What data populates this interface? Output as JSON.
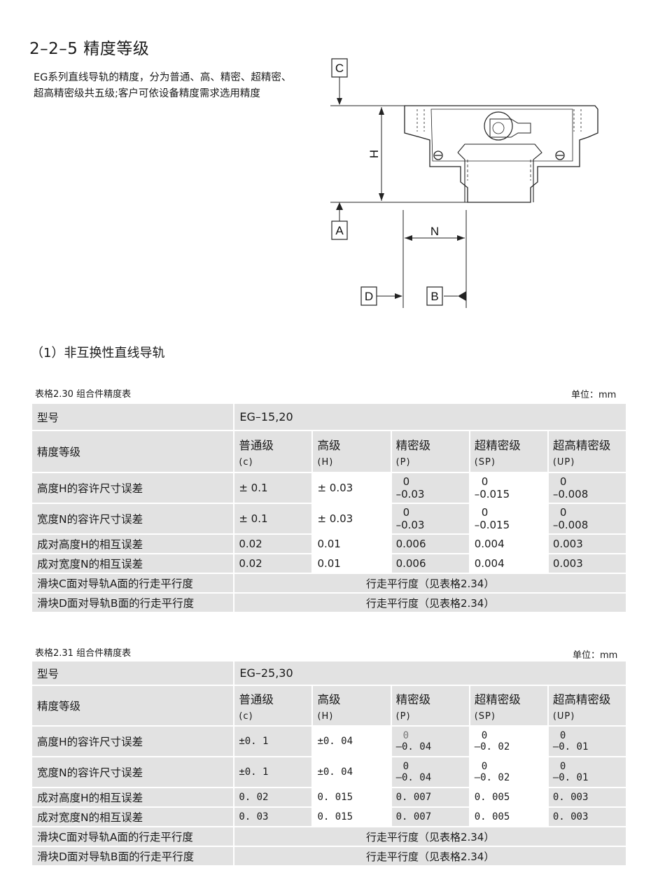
{
  "heading": "2–2–5 精度等级",
  "intro": "EG系列直线导轨的精度，分为普通、高、精密、超精密、超高精密级共五级;客户可依设备精度需求选用精度",
  "diagram": {
    "labels": {
      "c": "C",
      "a": "A",
      "d": "D",
      "b": "B",
      "h": "H",
      "n": "N"
    }
  },
  "subsection": "（1）非互换性直线导轨",
  "tables": [
    {
      "caption": "表格2.30 组合件精度表",
      "unit": "单位：mm",
      "model_label": "型号",
      "model_value": "EG–15,20",
      "grade_label": "精度等级",
      "grades": [
        {
          "name": "普通级",
          "code": "(c)"
        },
        {
          "name": "高级",
          "code": "(H)"
        },
        {
          "name": "精密级",
          "code": "(P)"
        },
        {
          "name": "超精密级",
          "code": "(SP)"
        },
        {
          "name": "超高精密级",
          "code": "(UP)"
        }
      ],
      "height_tol": {
        "label": "高度H的容许尺寸误差",
        "normal": "± 0.1",
        "high": "± 0.03",
        "p_top": "0",
        "p_bot": "–0.03",
        "sp_top": "0",
        "sp_bot": "–0.015",
        "up_top": "0",
        "up_bot": "–0.008"
      },
      "width_tol": {
        "label": "宽度N的容许尺寸误差",
        "normal": "± 0.1",
        "high": "± 0.03",
        "p_top": "0",
        "p_bot": "–0.03",
        "sp_top": "0",
        "sp_bot": "–0.015",
        "up_top": "0",
        "up_bot": "–0.008"
      },
      "pair_h": {
        "label": "成对高度H的相互误差",
        "values": [
          "0.02",
          "0.01",
          "0.006",
          "0.004",
          "0.003"
        ]
      },
      "pair_n": {
        "label": "成对宽度N的相互误差",
        "values": [
          "0.02",
          "0.01",
          "0.006",
          "0.004",
          "0.003"
        ]
      },
      "par_ca": {
        "label": "滑块C面对导轨A面的行走平行度",
        "value": "行走平行度（见表格2.34）"
      },
      "par_db": {
        "label": "滑块D面对导轨B面的行走平行度",
        "value": "行走平行度（见表格2.34）"
      }
    },
    {
      "caption": "表格2.31 组合件精度表",
      "unit": "单位：mm",
      "model_label": "型号",
      "model_value": "EG–25,30",
      "grade_label": "精度等级",
      "grades": [
        {
          "name": "普通级",
          "code": "(c)"
        },
        {
          "name": "高级",
          "code": "(H)"
        },
        {
          "name": "精密级",
          "code": "(P)"
        },
        {
          "name": "超精密级",
          "code": "(SP)"
        },
        {
          "name": "超高精密级",
          "code": "(UP)"
        }
      ],
      "height_tol": {
        "label": "高度H的容许尺寸误差",
        "normal": "±0. 1",
        "high": "±0. 04",
        "p_top": "0",
        "p_bot": "–0. 04",
        "sp_top": "0",
        "sp_bot": "–0. 02",
        "up_top": "0",
        "up_bot": "–0. 01"
      },
      "width_tol": {
        "label": "宽度N的容许尺寸误差",
        "normal": "±0. 1",
        "high": "±0. 04",
        "p_top": "0",
        "p_bot": "–0. 04",
        "sp_top": "0",
        "sp_bot": "–0. 02",
        "up_top": "0",
        "up_bot": "–0. 01"
      },
      "pair_h": {
        "label": "成对高度H的相互误差",
        "values": [
          "0. 02",
          "0. 015",
          "0. 007",
          "0. 005",
          "0. 003"
        ]
      },
      "pair_n": {
        "label": "成对宽度N的相互误差",
        "values": [
          "0. 03",
          "0. 015",
          "0. 007",
          "0. 005",
          "0. 003"
        ]
      },
      "par_ca": {
        "label": "滑块C面对导轨A面的行走平行度",
        "value": "行走平行度（见表格2.34）"
      },
      "par_db": {
        "label": "滑块D面对导轨B面的行走平行度",
        "value": "行走平行度（见表格2.34）"
      }
    }
  ]
}
